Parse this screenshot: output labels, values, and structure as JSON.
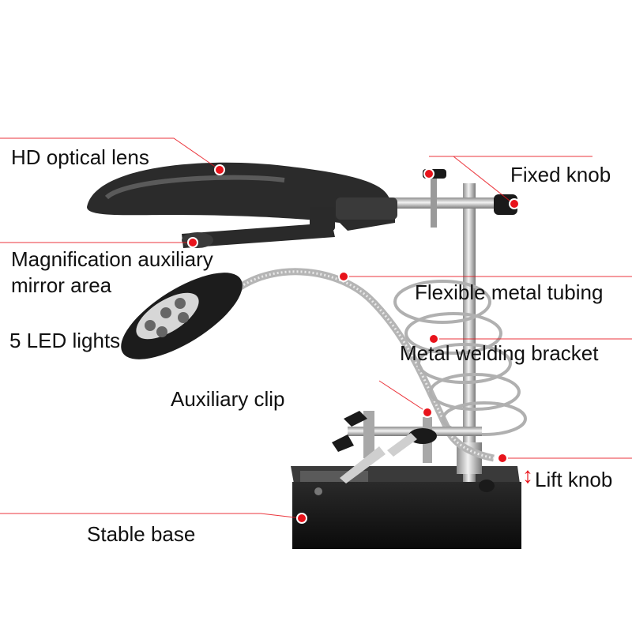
{
  "accent_color": "#e8131b",
  "labels": {
    "hd_lens": "HD optical lens",
    "fixed_knob": "Fixed knob",
    "mag_line1": "Magnification auxiliary",
    "mag_line2": "mirror area",
    "flex_tube": "Flexible metal tubing",
    "led": "5 LED lights",
    "welding": "Metal welding bracket",
    "aux_clip": "Auxiliary clip",
    "lift_knob": "Lift knob",
    "base": "Stable base"
  },
  "icons": {
    "lift_arrow": "up-down-arrow-icon"
  }
}
